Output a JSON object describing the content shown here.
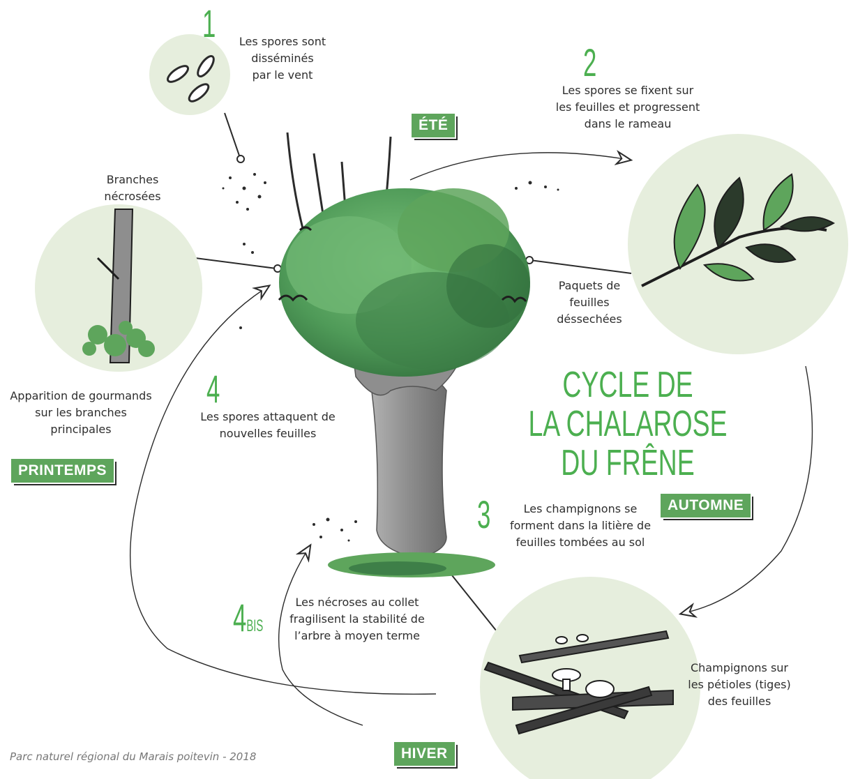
{
  "title_line1": "CYCLE DE",
  "title_line2": "LA CHALAROSE DU FRÊNE",
  "colors": {
    "accent_green": "#4caf50",
    "season_bg": "#5ea55c",
    "circle_bg": "#e6eedd",
    "trunk": "#8f8f8f"
  },
  "steps": {
    "s1": {
      "number": "1",
      "text": [
        "Les spores sont",
        "disséminés",
        "par le vent"
      ]
    },
    "s2": {
      "number": "2",
      "text": [
        "Les spores se fixent sur",
        "les feuilles et progressent",
        "dans le rameau"
      ]
    },
    "s3": {
      "number": "3",
      "text": [
        "Les champignons se",
        "forment dans la litière de",
        "feuilles tombées au sol"
      ]
    },
    "s4": {
      "number": "4",
      "text": [
        "Les spores attaquent de",
        "nouvelles feuilles"
      ]
    },
    "s4bis": {
      "number": "4",
      "suffix": "BIS",
      "text": [
        "Les nécroses au collet",
        "fragilisent la stabilité de",
        "l’arbre à moyen terme"
      ]
    }
  },
  "labels": {
    "branches": [
      "Branches",
      "nécrosées"
    ],
    "gourmands": [
      "Apparition de gourmands",
      "sur les branches",
      "principales"
    ],
    "paquets": [
      "Paquets de",
      "feuilles",
      "déssechées"
    ],
    "champignons": [
      "Champignons sur",
      "les pétioles (tiges)",
      "des feuilles"
    ]
  },
  "seasons": {
    "ete": "ÉTÉ",
    "printemps": "PRINTEMPS",
    "automne": "AUTOMNE",
    "hiver": "HIVER"
  },
  "credit": "Parc naturel régional du Marais poitevin - 2018",
  "icons": [
    "spore-icon",
    "leaf-icon",
    "tree-illustration",
    "mushroom-icon",
    "cycle-arrow-icon"
  ]
}
